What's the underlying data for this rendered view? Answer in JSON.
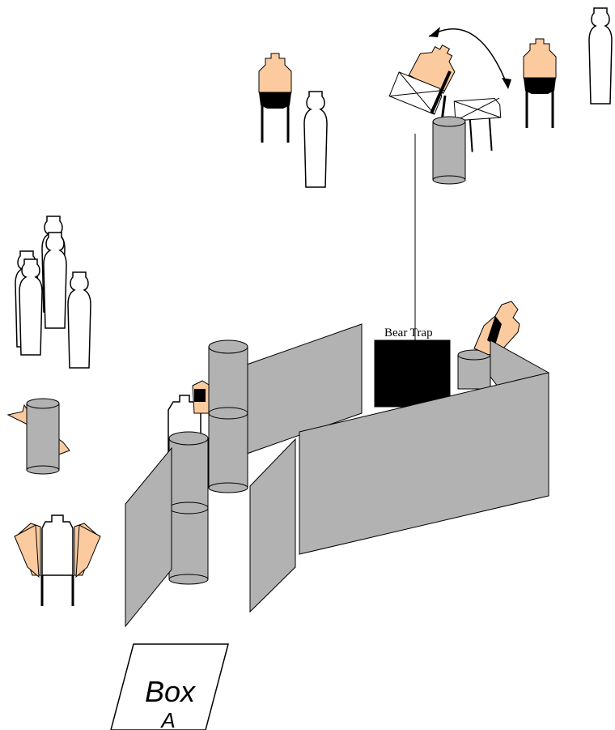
{
  "labels": {
    "bear_trap": "Bear Trap",
    "box_title": "Box",
    "box_sub": "A"
  },
  "colors": {
    "panel": "#b2b2b2",
    "barrel": "#b2b2b2",
    "skin": "#fbcb9f",
    "stroke": "#000000",
    "trap": "#000000"
  }
}
